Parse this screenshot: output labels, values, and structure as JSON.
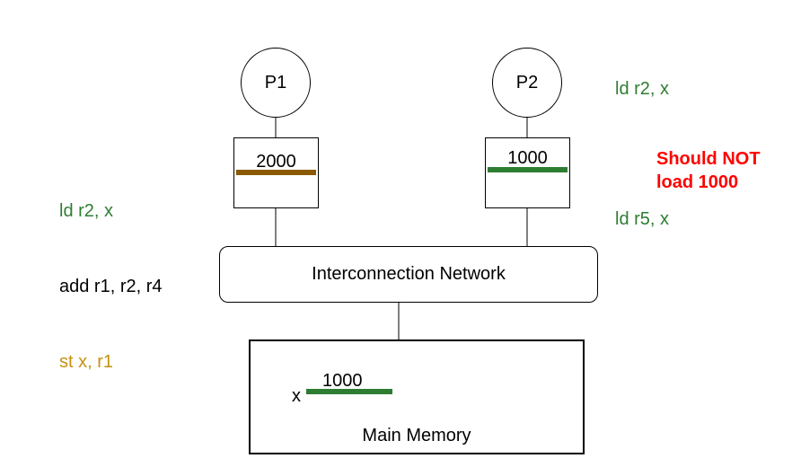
{
  "processors": {
    "p1": {
      "label": "P1"
    },
    "p2": {
      "label": "P2"
    }
  },
  "caches": {
    "p1": {
      "value": "2000",
      "line_color": "#8b5a00"
    },
    "p2": {
      "value": "1000",
      "line_color": "#2e7d32"
    }
  },
  "network": {
    "label": "Interconnection Network"
  },
  "memory": {
    "title": "Main Memory",
    "variable": "x",
    "value": "1000",
    "line_color": "#2e7d32"
  },
  "p1_code": {
    "line1": "ld r2, x",
    "line2": "add r1, r2, r4",
    "line3": "st x, r1",
    "colors": {
      "line1": "#2e7d32",
      "line2": "#000000",
      "line3": "#c69212"
    }
  },
  "p2_code": {
    "line1": "ld r2, x",
    "line2": "ld r5, x",
    "color": "#2e7d32"
  },
  "annotation": {
    "line1": "Should NOT",
    "line2": "load 1000",
    "color": "#ff0000"
  }
}
